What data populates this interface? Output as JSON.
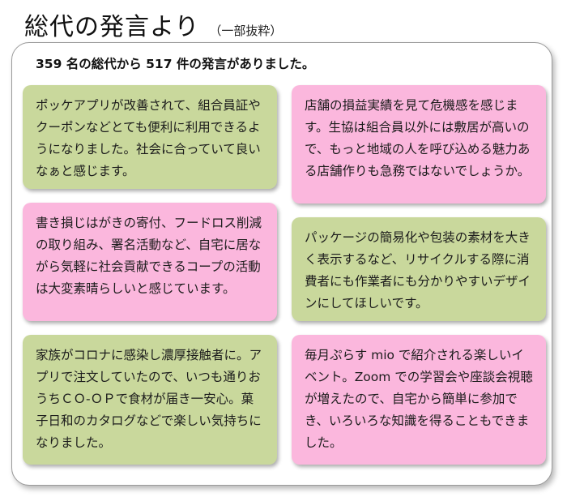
{
  "header": {
    "title": "総代の発言より",
    "subtitle": "（一部抜粋）"
  },
  "summary": "359 名の総代から 517 件の発言がありました。",
  "comments": [
    {
      "text": "ポッケアプリが改善されて、組合員証やクーポンなどとても便利に利用できるようになりました。社会に合っていて良いなぁと感じます。",
      "color": "#c9d89c"
    },
    {
      "text": "店舗の損益実績を見て危機感を感じます。生協は組合員以外には敷居が高いので、もっと地域の人を呼び込める魅力ある店舗作りも急務ではないでしょうか。",
      "color": "#fbb7dd"
    },
    {
      "text": "書き損じはがきの寄付、フードロス削減の取り組み、署名活動など、自宅に居ながら気軽に社会貢献できるコープの活動は大変素晴らしいと感じています。",
      "color": "#fbb7dd"
    },
    {
      "text": "パッケージの簡易化や包装の素材を大きく表示するなど、リサイクルする際に消費者にも作業者にも分かりやすいデザインにしてほしいです。",
      "color": "#c9d89c"
    },
    {
      "text": "家族がコロナに感染し濃厚接触者に。アプリで注文していたので、いつも通りおうちＣＯ-ＯＰで食材が届き一安心。菓子日和のカタログなどで楽しい気持ちになりました。",
      "color": "#c9d89c"
    },
    {
      "text": "毎月ぷらす mio で紹介される楽しいイベント。Zoom での学習会や座談会視聴が増えたので、自宅から簡単に参加でき、いろいろな知識を得ることもできました。",
      "color": "#fbb7dd"
    }
  ]
}
